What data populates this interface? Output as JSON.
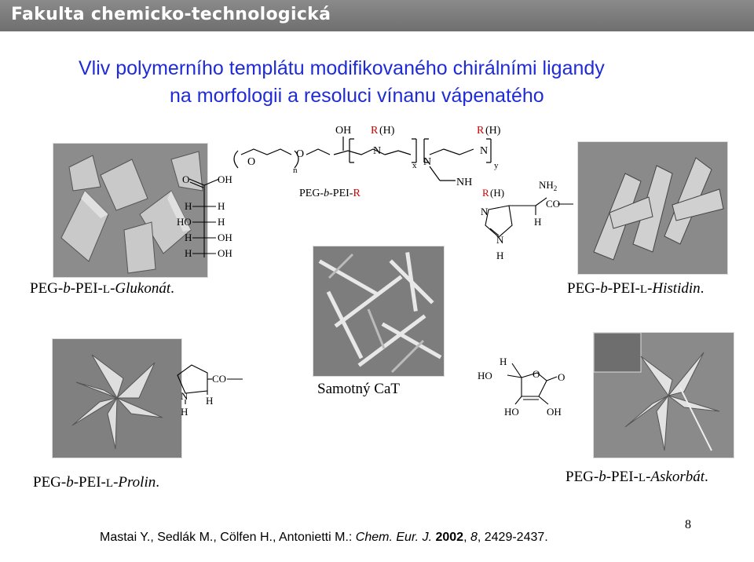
{
  "header": {
    "title": "Fakulta chemicko-technologická"
  },
  "slide": {
    "title_line1": "Vliv polymerního templátu modifikovaného chirálními ligandy",
    "title_line2": "na morfologii a resoluci vínanu vápenatého",
    "page_number": "8"
  },
  "labels": {
    "glukonat": {
      "prefix": "PEG-",
      "b": "b",
      "mid": "-PEI-",
      "l": "L",
      "dash": "-",
      "name": "Glukonát",
      "end": "."
    },
    "histidin": {
      "prefix": "PEG-",
      "b": "b",
      "mid": "-PEI-",
      "l": "L",
      "dash": "-",
      "name": "Histidin",
      "end": "."
    },
    "prolin": {
      "prefix": "PEG-",
      "b": "b",
      "mid": "-PEI-",
      "l": "L",
      "dash": "-",
      "name": "Prolin",
      "end": "."
    },
    "askorbat": {
      "prefix": "PEG-",
      "b": "b",
      "mid": "-PEI-",
      "l": "L",
      "dash": "-",
      "name": "Askorbát",
      "end": "."
    },
    "samotny": "Samotný CaT"
  },
  "polymer": {
    "O": "O",
    "n": "n",
    "OH": "OH",
    "R_H_1": "R",
    "H1": "(H)",
    "R_H_2": "R",
    "H2": "(H)",
    "N1": "N",
    "N2": "N",
    "N3": "N",
    "N4": "N",
    "x": "x",
    "y": "y",
    "NH": "NH",
    "peg_name_1": "PEG-",
    "peg_name_b": "b",
    "peg_name_2": "-PEI-",
    "peg_name_R": "R"
  },
  "gluconate": {
    "O": "O",
    "OH_top": "OH",
    "H1": "H",
    "H2": "H",
    "HO": "HO",
    "H3": "H",
    "OH2": "OH",
    "H4": "H",
    "OH3": "OH"
  },
  "histidine": {
    "R": "R",
    "H_paren": "(H)",
    "NH2": "NH",
    "sub2": "2",
    "CO": "CO",
    "H": "H",
    "N_top": "N",
    "N_bottom": "N",
    "H_bottom": "H"
  },
  "proline": {
    "N": "N",
    "H_N": "H",
    "CO": "CO",
    "H": "H"
  },
  "ascorbate": {
    "H": "H",
    "HO_top": "HO",
    "O_ring": "O",
    "O_carbonyl": "O",
    "HO": "HO",
    "OH": "OH"
  },
  "reference": {
    "authors": "Mastai Y., Sedlák M., Cölfen H., Antonietti M.:",
    "journal": "Chem. Eur. J.",
    "year_bold": "2002",
    "vol": "8",
    "pages": "2429-2437."
  },
  "colors": {
    "title": "#1f2bd6",
    "header": "#7a7a7a",
    "red": "#cc0000"
  }
}
